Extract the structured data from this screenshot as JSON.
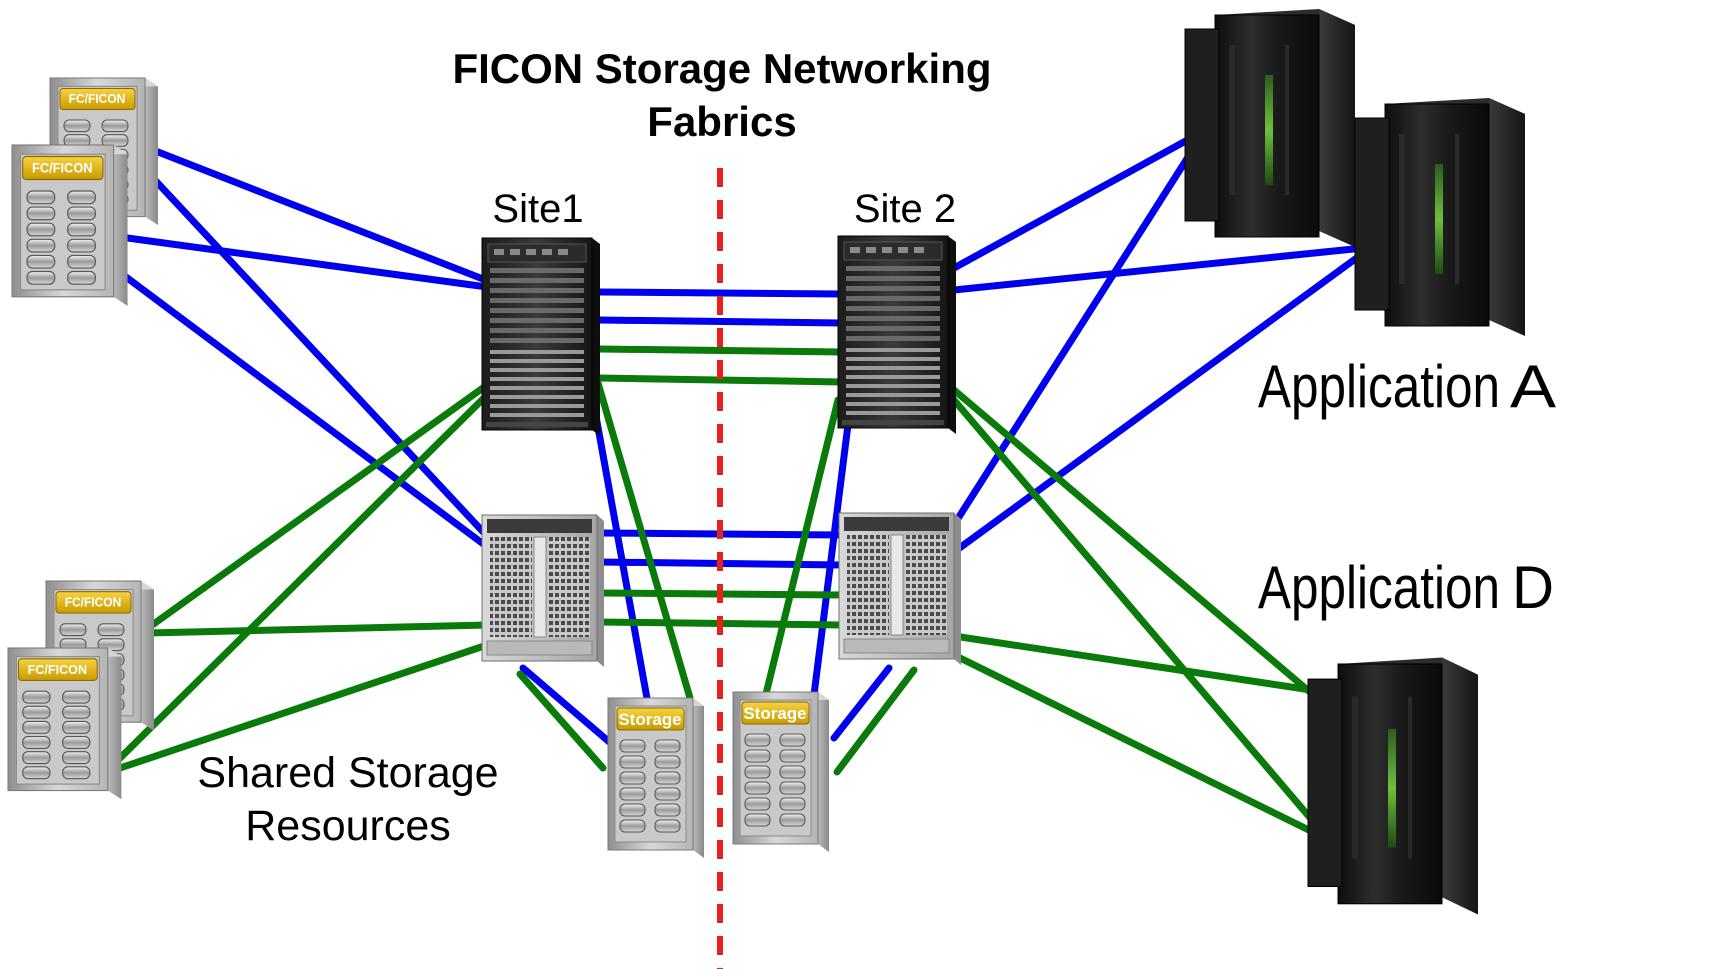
{
  "title": {
    "line1": "FICON Storage Networking",
    "line2": "Fabrics"
  },
  "sites": {
    "site1": "Site1",
    "site2": "Site 2"
  },
  "storage_label": {
    "line1": "Shared Storage",
    "line2": "Resources"
  },
  "applications": [
    {
      "label": "Application",
      "letter": "A",
      "color": "#0000ee"
    },
    {
      "label": "Application",
      "letter": "D",
      "color": "#0a7a0a"
    }
  ],
  "badges": {
    "fc_ficon": "FC/FICON",
    "storage": "Storage"
  },
  "colors": {
    "blue_link": "#0000ee",
    "green_link": "#0a7a0a",
    "site_divider": "#e8211b",
    "badge_fill": "#e2b400"
  },
  "icons": [
    "fc-ficon-disk-array-icon",
    "storage-disk-array-icon",
    "director-switch-icon",
    "mainframe-server-icon"
  ]
}
